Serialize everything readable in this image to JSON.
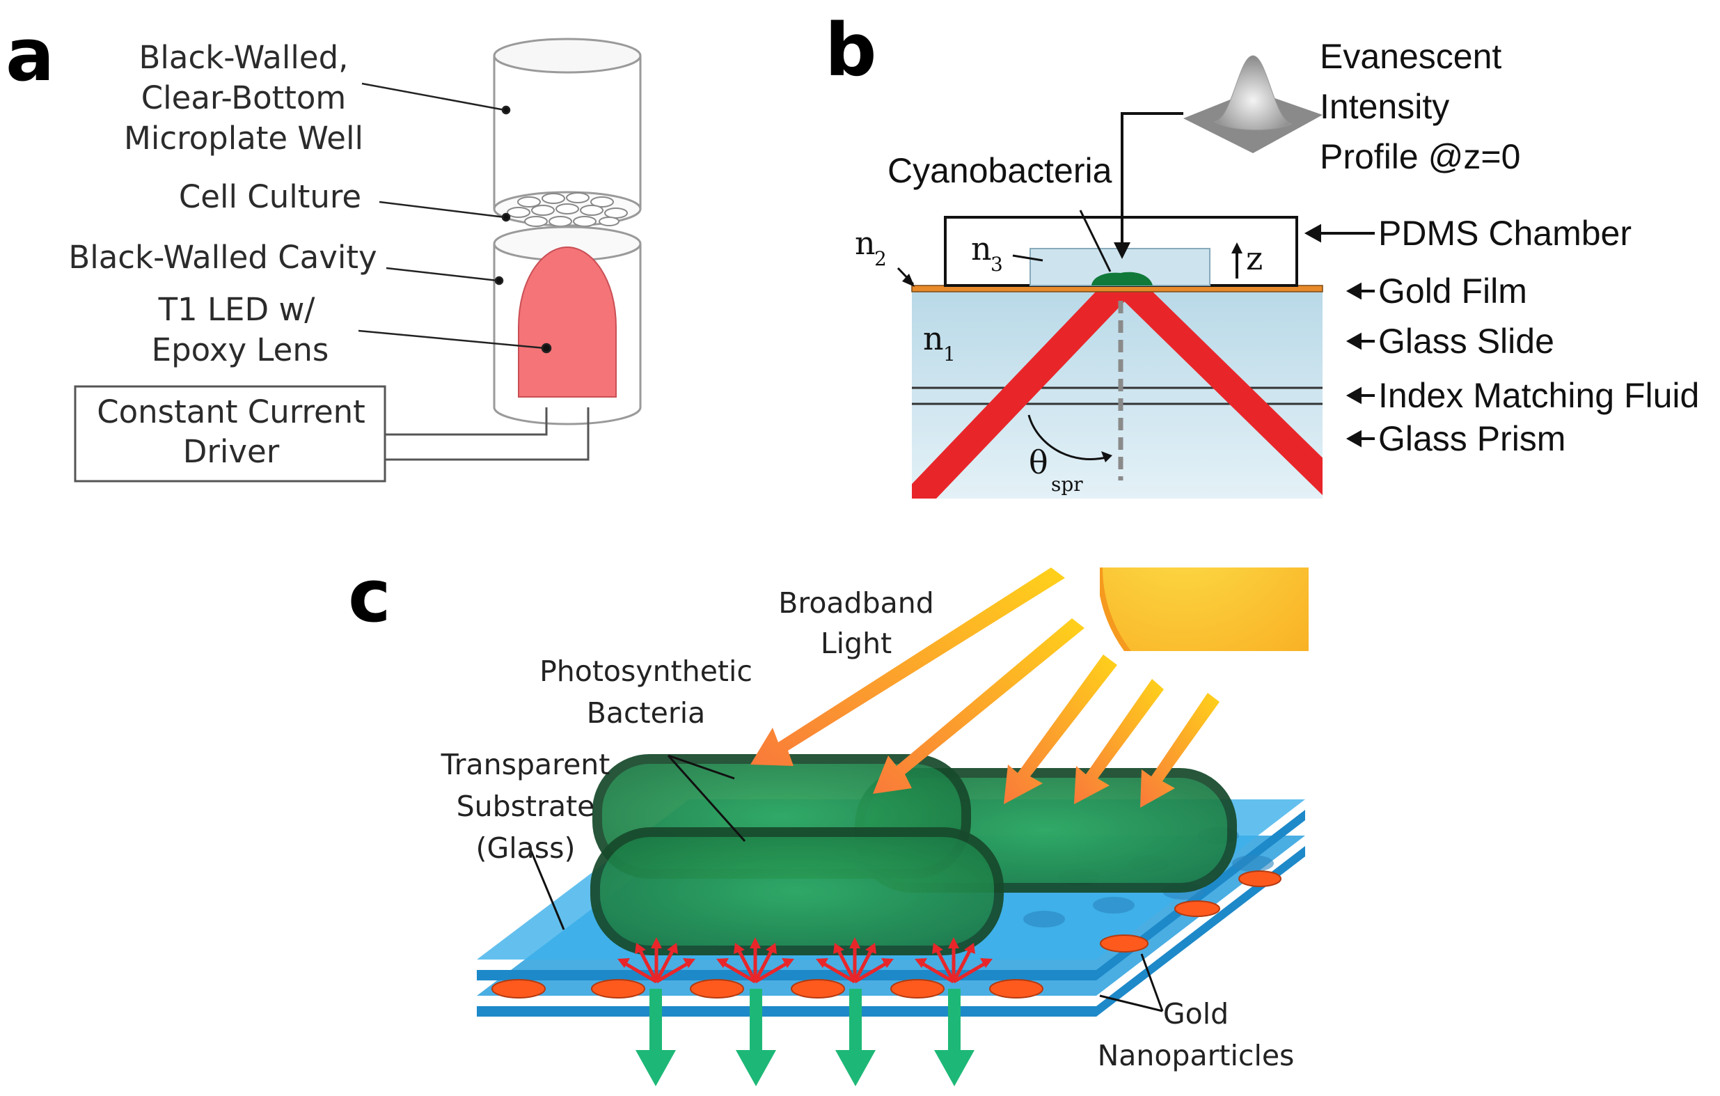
{
  "panels": {
    "a": {
      "letter": "a",
      "labels": {
        "well_1": "Black-Walled,",
        "well_2": "Clear-Bottom",
        "well_3": "Microplate Well",
        "culture": "Cell Culture",
        "cavity": "Black-Walled Cavity",
        "led_1": "T1 LED w/",
        "led_2": "Epoxy Lens",
        "driver_1": "Constant Current",
        "driver_2": "Driver"
      }
    },
    "b": {
      "letter": "b",
      "labels": {
        "profile_1": "Evanescent",
        "profile_2": "Intensity",
        "profile_3": "Profile @z=0",
        "cyano": "Cyanobacteria",
        "pdms": "PDMS Chamber",
        "gold": "Gold Film",
        "slide": "Glass Slide",
        "fluid": "Index Matching Fluid",
        "prism": "Glass Prism",
        "n1": "n",
        "n1_sub": "1",
        "n2": "n",
        "n2_sub": "2",
        "n3": "n",
        "n3_sub": "3",
        "z": "z",
        "theta": "θ",
        "theta_sub": "spr"
      }
    },
    "c": {
      "letter": "c",
      "labels": {
        "light_1": "Broadband",
        "light_2": "Light",
        "bact_1": "Photosynthetic",
        "bact_2": "Bacteria",
        "substrate_1": "Transparent",
        "substrate_2": "Substrate",
        "substrate_3": "(Glass)",
        "np_1": "Gold",
        "np_2": "Nanoparticles"
      }
    }
  },
  "colors": {
    "led": "#f47478",
    "gold_film": "#e8892a",
    "laser": "#e8262a",
    "glass_blue": "#c4dfea",
    "pdms_fill": "#cde4ef",
    "bacteria_green": "#1f8f4f",
    "substrate_blue": "#2aa0de",
    "nanoparticle": "#ff5a1e",
    "sun": "#fbb62a",
    "emission_green": "#1db877",
    "scatter_red": "#e8262a"
  }
}
